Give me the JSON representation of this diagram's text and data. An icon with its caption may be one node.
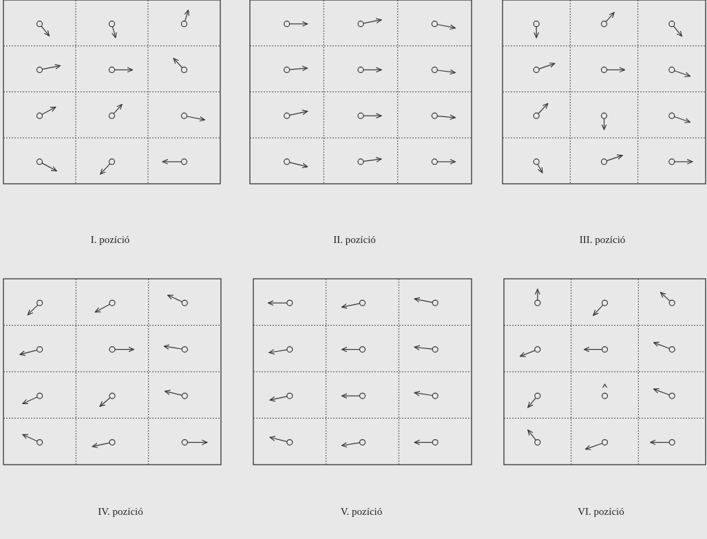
{
  "diagram": {
    "labels": [
      "I. pozíció",
      "II. pozíció",
      "III. pozíció",
      "IV. pozíció",
      "V. pozíció",
      "VI. pozíció"
    ]
  }
}
